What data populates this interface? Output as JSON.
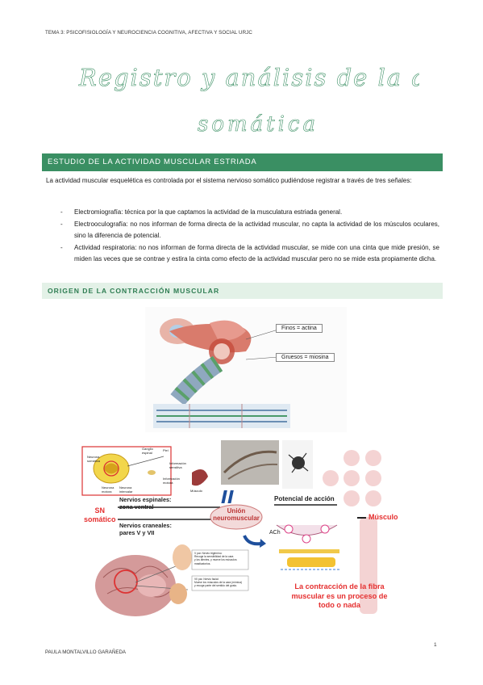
{
  "header": {
    "text": "TEMA 3: PSICOFISIOLOGÍA Y NEUROCIENCIA COGNITIVA, AFECTIVA Y SOCIAL URJC"
  },
  "title": {
    "line1": "Registro y análisis de la actividad",
    "line2": "somática"
  },
  "section": {
    "heading": "ESTUDIO DE LA ACTIVIDAD MUSCULAR ESTRIADA"
  },
  "intro": "La actividad muscular esquelética es controlada por el sistema nervioso somático pudiéndose registrar a través de tres señales:",
  "bullets": [
    "Electromiografía: técnica por la que captamos la actividad de la musculatura estriada general.",
    "Electrooculografía: no nos informan de forma directa de la actividad muscular, no capta la actividad de los músculos oculares, sino la diferencia de potencial.",
    "Actividad respiratoria: no nos informan de forma directa de la actividad muscular, se mide con una cinta que mide presión, se miden las veces que se contrae y estira la cinta como efecto de la actividad muscular pero no se mide esta propiamente dicha."
  ],
  "subsection": {
    "heading": "ORIGEN DE LA CONTRACCIÓN MUSCULAR"
  },
  "figure1": {
    "fine_label": "Finos = actina",
    "thick_label": "Gruesos = miosina"
  },
  "figure2": {
    "sn_somatico": "SN\nsomático",
    "nervios_espinales": "Nervios espinales:\nzona ventral",
    "nervios_craneales": "Nervios craneales:\npares V y VII",
    "union": "Unión\nneuromuscular",
    "potencial": "Potencial de acción",
    "musculo": "Músculo",
    "ach": "ACh",
    "contraccion": "La contracción de la fibra\nmuscular es un proceso de\ntodo o nada",
    "v_par": "V par. Nervio trigémino:\nRecoge la sensibilidad de la cara\ny los dientes, y mueve los músculos\nmasticatorios.",
    "vii_par": "VII par. Nervio facial:\nMueve los músculos de la cara (mímica)\ny recoge parte del sentido del gusto.",
    "neurona_label": "Neurona\nsomática",
    "ganglio": "Ganglio\nespinal",
    "piel": "Piel",
    "info_sensitiva": "Información\nsensitiva",
    "info_motora": "Información\nmotora",
    "musculo_small": "Músculo",
    "neurona_motora": "Neurona\nmotora",
    "neurona_intercalar": "Neurona\nintercalar"
  },
  "footer": {
    "author": "PAULA MONTALVILLO GARAÑEDA",
    "page": "1"
  },
  "colors": {
    "green_bar": "#3a8f63",
    "light_green": "#e3f1e7",
    "red": "#e53030"
  }
}
